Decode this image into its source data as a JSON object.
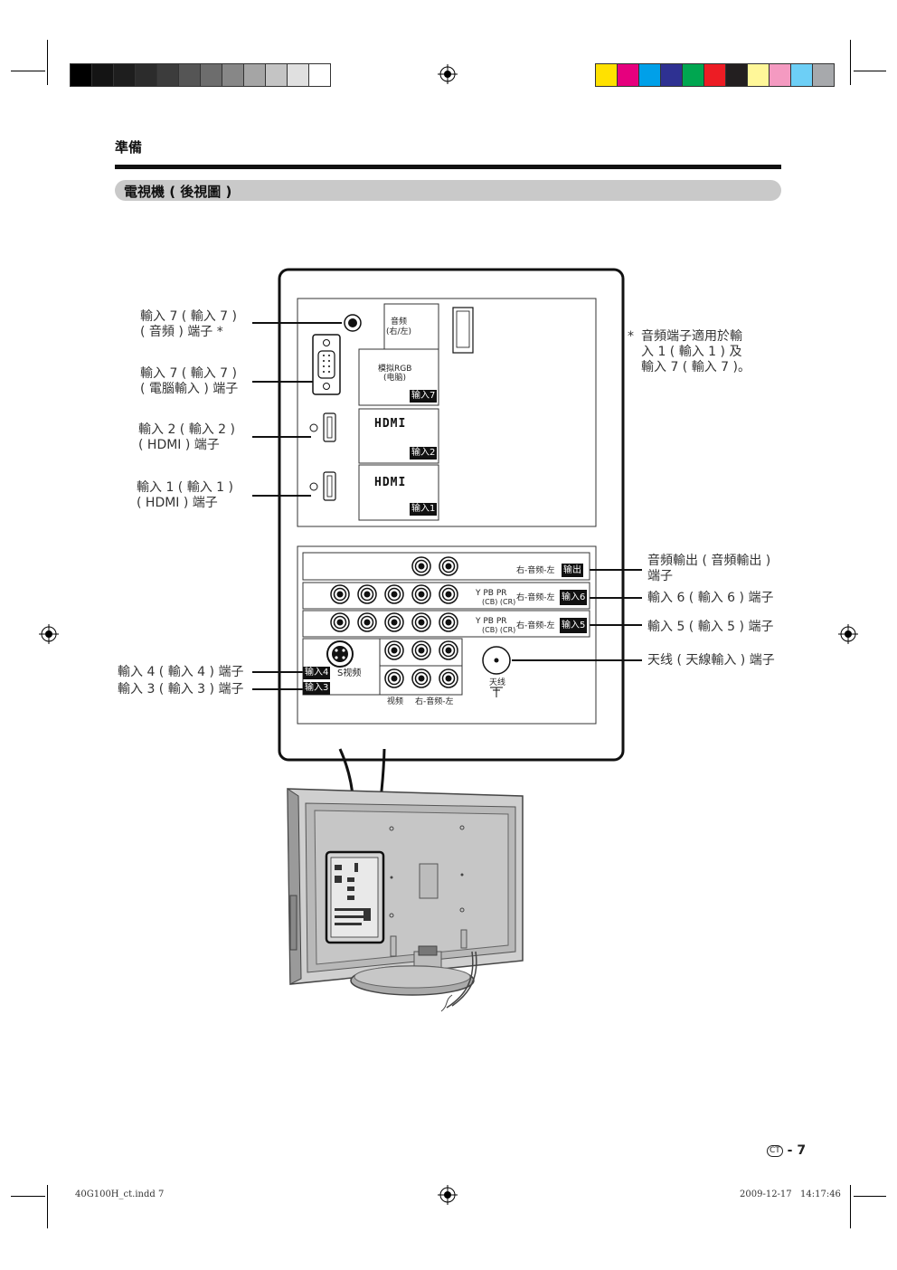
{
  "header": {
    "section": "準備",
    "subsection": "電視機 ( 後視圖 )"
  },
  "swatches": {
    "gray": [
      "#000000",
      "#141414",
      "#1e1e1e",
      "#2c2c2c",
      "#3c3c3c",
      "#555555",
      "#6d6d6d",
      "#878787",
      "#a5a5a5",
      "#c4c4c4",
      "#e0e0e0",
      "#ffffff"
    ],
    "color": [
      "#ffe100",
      "#e6007e",
      "#00a0e9",
      "#2e3192",
      "#00a650",
      "#ed1c24",
      "#231f20",
      "#fff799",
      "#f49ac1",
      "#6dcff6",
      "#a7a9ac"
    ]
  },
  "left_labels": [
    {
      "line1": "輸入 7 ( 輸入 7 )",
      "line2": "( 音頻 ) 端子 *"
    },
    {
      "line1": "輸入 7 ( 輸入 7 )",
      "line2": "( 電腦輸入 ) 端子"
    },
    {
      "line1": "輸入 2 ( 輸入 2 )",
      "line2": "( HDMI ) 端子"
    },
    {
      "line1": "輸入 1 ( 輸入 1 )",
      "line2": "( HDMI ) 端子"
    },
    {
      "line1": "輸入 4 ( 輸入 4 ) 端子"
    },
    {
      "line1": "輸入 3 ( 輸入 3 ) 端子"
    }
  ],
  "note": {
    "star": "*",
    "line1": "音頻端子適用於輸",
    "line2": "入 1 ( 輸入 1 ) 及",
    "line3": "輸入 7 ( 輸入 7 )。"
  },
  "right_labels": [
    {
      "line1": "音頻輸出 ( 音頻輸出 )",
      "line2": "端子"
    },
    {
      "line1": "輸入 6 ( 輸入 6 ) 端子"
    },
    {
      "line1": "輸入 5 ( 輸入 5 ) 端子"
    },
    {
      "line1": "天线 ( 天線輸入 ) 端子"
    }
  ],
  "panel": {
    "audio_rl": "音频",
    "audio_rl2": "(右/左)",
    "analog_rgb": "模拟RGB",
    "pc": "(电脑)",
    "in7": "输入7",
    "hdmi_a": "HDMI",
    "in2": "输入2",
    "hdmi_b": "HDMI",
    "in1": "输入1",
    "out_audio": "右-音频-左",
    "out": "输出",
    "y_pb_pr_6": "Y PB PR",
    "cb_cr_6": "(CB) (CR)",
    "audio_6": "右-音频-左",
    "in6": "输入6",
    "y_pb_pr_5": "Y PB PR",
    "cb_cr_5": "(CB) (CR)",
    "audio_5": "右-音频-左",
    "in5": "输入5",
    "in4": "输入4",
    "s_video": "S视频",
    "in3": "输入3",
    "video": "视频",
    "audio_3": "右-音频-左",
    "antenna": "天线"
  },
  "page": {
    "region": "CT",
    "number": "- 7"
  },
  "footer": {
    "file": "40G100H_ct.indd   7",
    "date": "2009-12-17",
    "time": "14:17:46"
  }
}
